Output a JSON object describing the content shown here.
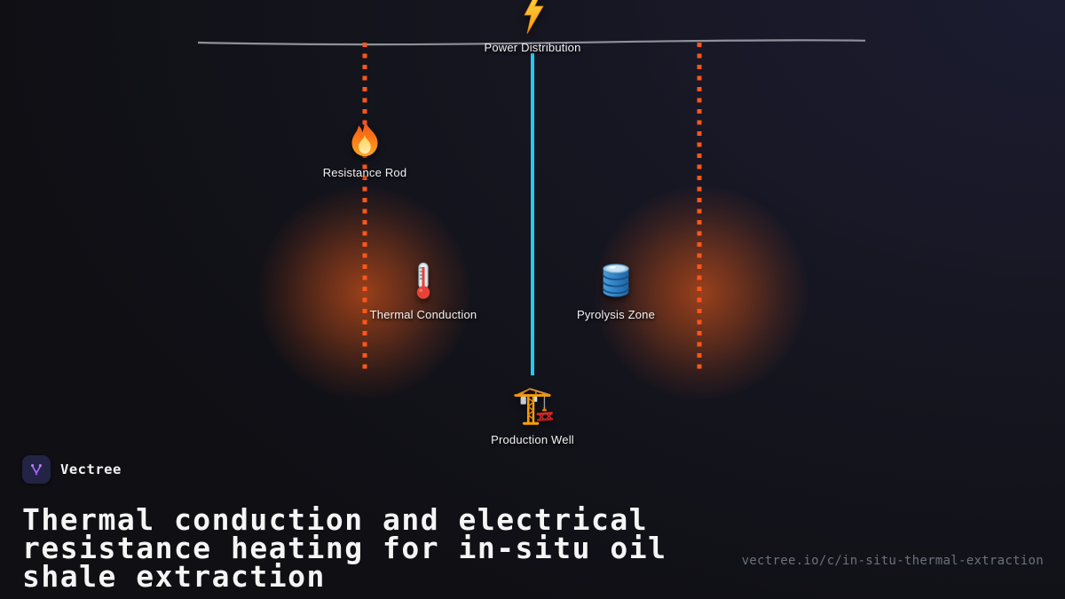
{
  "brand": {
    "name": "Vectree",
    "logo_icon": "vectree-branch-icon",
    "logo_color": "#a06bf8",
    "logo_bg": "#232345"
  },
  "title": "Thermal conduction and electrical resistance heating for in-situ oil shale extraction",
  "footer_url": "vectree.io/c/in-situ-thermal-extraction",
  "diagram": {
    "nodes": [
      {
        "id": "power-distribution",
        "label": "Power Distribution",
        "icon": "lightning-icon"
      },
      {
        "id": "resistance-rod",
        "label": "Resistance Rod",
        "icon": "fire-icon"
      },
      {
        "id": "thermal-conduction",
        "label": "Thermal Conduction",
        "icon": "thermometer-icon"
      },
      {
        "id": "pyrolysis-zone",
        "label": "Pyrolysis Zone",
        "icon": "oil-barrel-icon"
      },
      {
        "id": "production-well",
        "label": "Production Well",
        "icon": "crane-icon"
      }
    ],
    "colors": {
      "heater_line": "#ff561b",
      "well_line": "#27c8f0",
      "surface_line": "#8e929a",
      "glow": "#cd501a"
    }
  }
}
